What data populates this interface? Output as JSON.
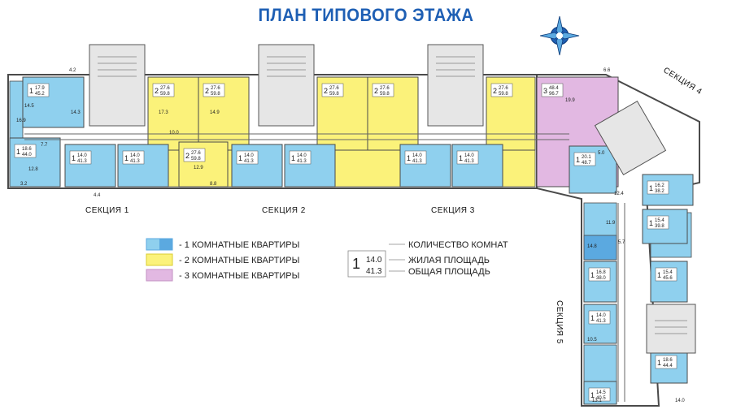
{
  "title": "ПЛАН ТИПОВОГО ЭТАЖА",
  "colors": {
    "one_room": "#8fd0ee",
    "one_room_dark": "#5ba9e0",
    "two_room": "#fbf27a",
    "three_room": "#e2b8e2",
    "walls": "#4a4a4a",
    "stairs": "#d9d9d9",
    "title": "#1e5fb4"
  },
  "compass": {
    "icon": "compass-rose-icon"
  },
  "sections": [
    {
      "label": "СЕКЦИЯ 1"
    },
    {
      "label": "СЕКЦИЯ 2"
    },
    {
      "label": "СЕКЦИЯ 3"
    },
    {
      "label": "СЕКЦИЯ 4"
    },
    {
      "label": "СЕКЦИЯ 5"
    }
  ],
  "legend": {
    "items": [
      {
        "label": "- 1 КОМНАТНЫЕ КВАРТИРЫ"
      },
      {
        "label": "- 2 КОМНАТНЫЕ КВАРТИРЫ"
      },
      {
        "label": "- 3 КОМНАТНЫЕ КВАРТИРЫ"
      }
    ],
    "sample": {
      "rooms": "1",
      "living": "14.0",
      "total": "41.3"
    },
    "keys": [
      "КОЛИЧЕСТВО КОМНАТ",
      "ЖИЛАЯ ПЛОЩАДЬ",
      "ОБЩАЯ ПЛОЩАДЬ"
    ]
  },
  "apartments": [
    {
      "id": "s1-top-left",
      "type": 1,
      "rooms": "1",
      "living": "17.9",
      "total": "45.2"
    },
    {
      "id": "s1-top-2a",
      "type": 2,
      "rooms": "2",
      "living": "27.6",
      "total": "59.8"
    },
    {
      "id": "s1-top-2b",
      "type": 2,
      "rooms": "2",
      "living": "27.6",
      "total": "59.8"
    },
    {
      "id": "s2-top-2a",
      "type": 2,
      "rooms": "2",
      "living": "27.6",
      "total": "59.8"
    },
    {
      "id": "s2-top-2b",
      "type": 2,
      "rooms": "2",
      "living": "27.6",
      "total": "59.8"
    },
    {
      "id": "s3-top-2a",
      "type": 2,
      "rooms": "2",
      "living": "27.6",
      "total": "59.8"
    },
    {
      "id": "s3-top-2b",
      "type": 2,
      "rooms": "2",
      "living": "27.6",
      "total": "59.8"
    },
    {
      "id": "s4-top-3",
      "type": 3,
      "rooms": "3",
      "living": "48.4",
      "total": "96.7"
    },
    {
      "id": "s1-bot-1a",
      "type": 1,
      "rooms": "1",
      "living": "18.6",
      "total": "44.0"
    },
    {
      "id": "s1-bot-1b",
      "type": 1,
      "rooms": "1",
      "living": "14.0",
      "total": "41.3"
    },
    {
      "id": "s1-bot-1c",
      "type": 1,
      "rooms": "1",
      "living": "14.0",
      "total": "41.3"
    },
    {
      "id": "s2-bot-1a",
      "type": 1,
      "rooms": "1",
      "living": "14.0",
      "total": "41.3"
    },
    {
      "id": "s2-bot-1b",
      "type": 1,
      "rooms": "1",
      "living": "14.0",
      "total": "41.3"
    },
    {
      "id": "s3-bot-1a",
      "type": 1,
      "rooms": "1",
      "living": "14.0",
      "total": "41.3"
    },
    {
      "id": "s3-bot-1b",
      "type": 1,
      "rooms": "1",
      "living": "14.0",
      "total": "41.3"
    },
    {
      "id": "s4-1a",
      "type": 1,
      "rooms": "1",
      "living": "20.1",
      "total": "48.7"
    },
    {
      "id": "s4-1b",
      "type": 1,
      "rooms": "1",
      "living": "16.2",
      "total": "38.2"
    },
    {
      "id": "s4-1c",
      "type": 1,
      "rooms": "1",
      "living": "15.4",
      "total": "39.8"
    },
    {
      "id": "s5-1a",
      "type": 1,
      "rooms": "1",
      "living": "16.8",
      "total": "38.0"
    },
    {
      "id": "s5-1b",
      "type": 1,
      "rooms": "1",
      "living": "15.4",
      "total": "45.6"
    },
    {
      "id": "s5-1c",
      "type": 1,
      "rooms": "1",
      "living": "14.0",
      "total": "41.3"
    },
    {
      "id": "s5-1d",
      "type": 1,
      "rooms": "1",
      "living": "18.6",
      "total": "44.4"
    },
    {
      "id": "s5-1e",
      "type": 1,
      "rooms": "1",
      "living": "14.5",
      "total": "40.5"
    }
  ],
  "room_areas": [
    "4.2",
    "14.3",
    "7.7",
    "12.8",
    "3.2",
    "4.4",
    "17.3",
    "14.9",
    "10.0",
    "12.9",
    "8.8",
    "16.9",
    "14.5",
    "19.9",
    "6.6",
    "5.0",
    "12.4",
    "11.9",
    "14.8",
    "10.5",
    "13.1",
    "14.0",
    "5.7"
  ]
}
